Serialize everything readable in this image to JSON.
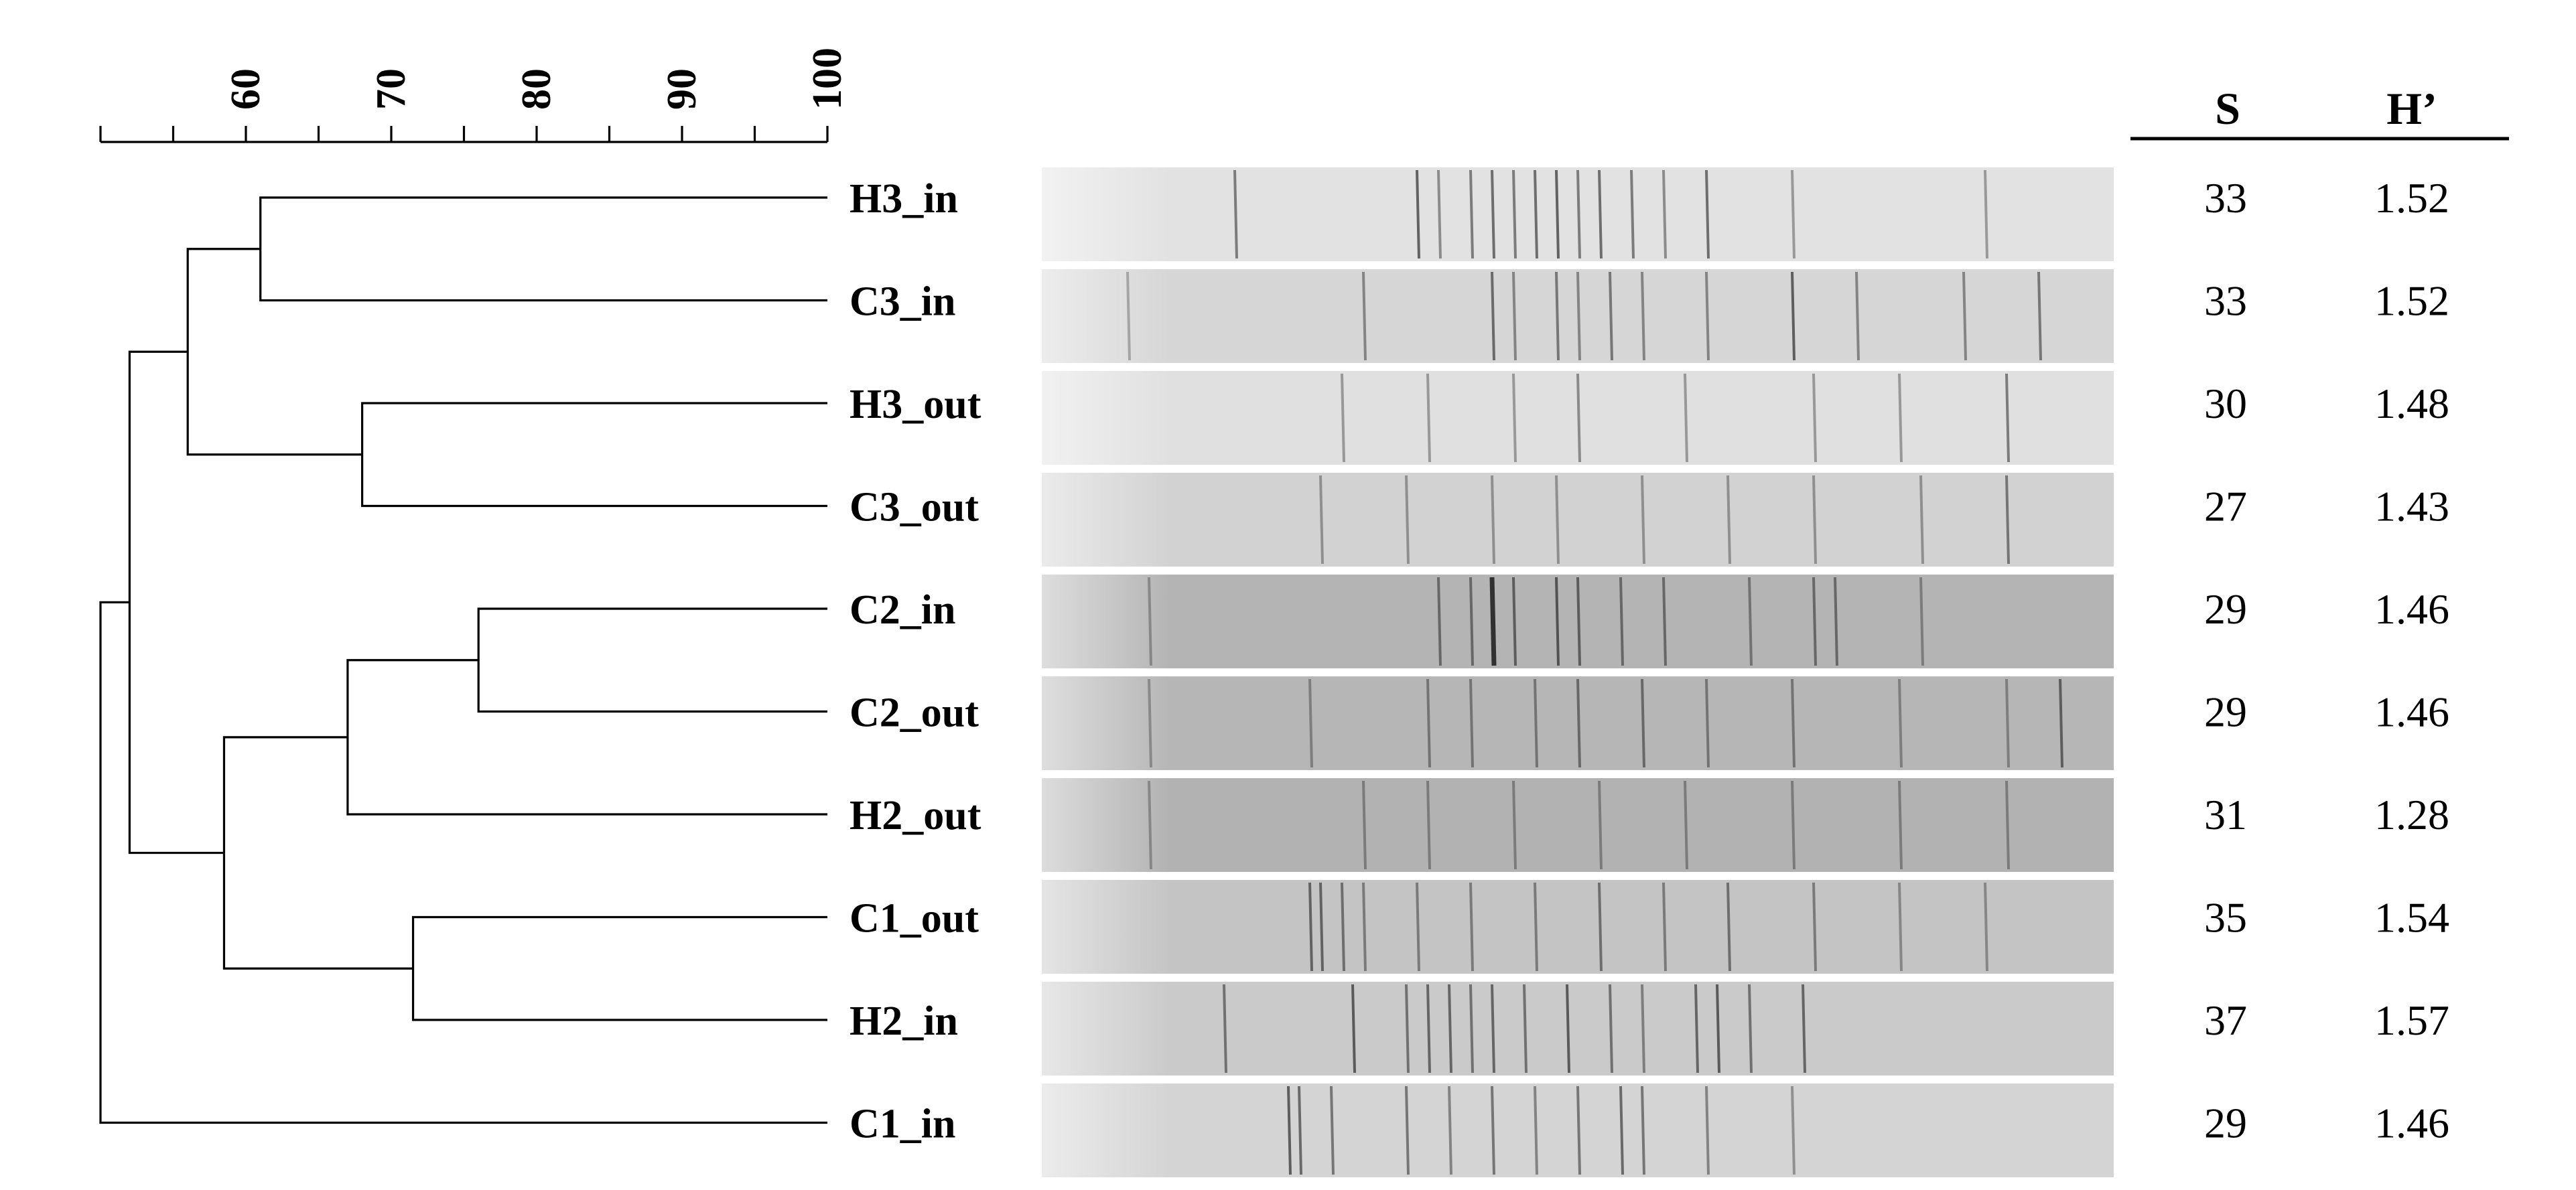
{
  "dendrogram": {
    "axis": {
      "min": 50,
      "max": 100,
      "minor_step": 5,
      "tick_labels": [
        "60",
        "70",
        "80",
        "90",
        "100"
      ],
      "tick_values": [
        60,
        70,
        80,
        90,
        100
      ]
    },
    "samples": [
      "H3_in",
      "C3_in",
      "H3_out",
      "C3_out",
      "C2_in",
      "C2_out",
      "H2_out",
      "C1_out",
      "H2_in",
      "C1_in"
    ],
    "merges": [
      {
        "id": "m1",
        "a": "s0",
        "b": "s1",
        "similarity": 61.0
      },
      {
        "id": "m2",
        "a": "s2",
        "b": "s3",
        "similarity": 68.0
      },
      {
        "id": "m3",
        "a": "m1",
        "b": "m2",
        "similarity": 56.0
      },
      {
        "id": "m4",
        "a": "s4",
        "b": "s5",
        "similarity": 76.0
      },
      {
        "id": "m5",
        "a": "m4",
        "b": "s6",
        "similarity": 67.0
      },
      {
        "id": "m6",
        "a": "s7",
        "b": "s8",
        "similarity": 71.5
      },
      {
        "id": "m7",
        "a": "m5",
        "b": "m6",
        "similarity": 58.5
      },
      {
        "id": "m8",
        "a": "m3",
        "b": "m7",
        "similarity": 52.0
      },
      {
        "id": "m9",
        "a": "m8",
        "b": "s9",
        "similarity": 50.0
      }
    ]
  },
  "gel": {
    "lanes": [
      {
        "shade": "#e2e2e2",
        "bands": [
          [
            0.18,
            0.5
          ],
          [
            0.35,
            0.7
          ],
          [
            0.37,
            0.4
          ],
          [
            0.4,
            0.5
          ],
          [
            0.42,
            0.6
          ],
          [
            0.44,
            0.5
          ],
          [
            0.46,
            0.6
          ],
          [
            0.48,
            0.7
          ],
          [
            0.5,
            0.5
          ],
          [
            0.52,
            0.6
          ],
          [
            0.55,
            0.5
          ],
          [
            0.58,
            0.4
          ],
          [
            0.62,
            0.6
          ],
          [
            0.7,
            0.3
          ],
          [
            0.88,
            0.3
          ]
        ]
      },
      {
        "shade": "#d6d6d6",
        "bands": [
          [
            0.08,
            0.3
          ],
          [
            0.3,
            0.4
          ],
          [
            0.42,
            0.6
          ],
          [
            0.44,
            0.4
          ],
          [
            0.48,
            0.5
          ],
          [
            0.5,
            0.4
          ],
          [
            0.53,
            0.5
          ],
          [
            0.56,
            0.4
          ],
          [
            0.62,
            0.4
          ],
          [
            0.7,
            0.7
          ],
          [
            0.76,
            0.4
          ],
          [
            0.86,
            0.4
          ],
          [
            0.93,
            0.5
          ]
        ]
      },
      {
        "shade": "#e0e0e0",
        "bands": [
          [
            0.28,
            0.3
          ],
          [
            0.36,
            0.3
          ],
          [
            0.44,
            0.3
          ],
          [
            0.5,
            0.4
          ],
          [
            0.6,
            0.3
          ],
          [
            0.72,
            0.3
          ],
          [
            0.8,
            0.3
          ],
          [
            0.9,
            0.5
          ]
        ]
      },
      {
        "shade": "#d2d2d2",
        "bands": [
          [
            0.26,
            0.3
          ],
          [
            0.34,
            0.3
          ],
          [
            0.42,
            0.3
          ],
          [
            0.48,
            0.3
          ],
          [
            0.56,
            0.3
          ],
          [
            0.64,
            0.3
          ],
          [
            0.72,
            0.3
          ],
          [
            0.82,
            0.3
          ],
          [
            0.9,
            0.5
          ]
        ]
      },
      {
        "shade": "#b4b4b4",
        "bands": [
          [
            0.1,
            0.3
          ],
          [
            0.37,
            0.5
          ],
          [
            0.4,
            0.5
          ],
          [
            0.42,
            1.0
          ],
          [
            0.44,
            0.6
          ],
          [
            0.48,
            0.7
          ],
          [
            0.5,
            0.6
          ],
          [
            0.54,
            0.5
          ],
          [
            0.58,
            0.5
          ],
          [
            0.66,
            0.4
          ],
          [
            0.72,
            0.5
          ],
          [
            0.74,
            0.5
          ],
          [
            0.82,
            0.3
          ]
        ]
      },
      {
        "shade": "#b6b6b6",
        "bands": [
          [
            0.1,
            0.3
          ],
          [
            0.25,
            0.3
          ],
          [
            0.36,
            0.4
          ],
          [
            0.4,
            0.4
          ],
          [
            0.46,
            0.4
          ],
          [
            0.5,
            0.5
          ],
          [
            0.56,
            0.5
          ],
          [
            0.62,
            0.4
          ],
          [
            0.7,
            0.4
          ],
          [
            0.8,
            0.3
          ],
          [
            0.9,
            0.3
          ],
          [
            0.95,
            0.6
          ]
        ]
      },
      {
        "shade": "#b2b2b2",
        "bands": [
          [
            0.1,
            0.3
          ],
          [
            0.3,
            0.3
          ],
          [
            0.36,
            0.3
          ],
          [
            0.44,
            0.3
          ],
          [
            0.52,
            0.3
          ],
          [
            0.6,
            0.3
          ],
          [
            0.7,
            0.3
          ],
          [
            0.8,
            0.3
          ],
          [
            0.9,
            0.3
          ]
        ]
      },
      {
        "shade": "#c4c4c4",
        "bands": [
          [
            0.25,
            0.6
          ],
          [
            0.26,
            0.6
          ],
          [
            0.28,
            0.5
          ],
          [
            0.3,
            0.4
          ],
          [
            0.35,
            0.4
          ],
          [
            0.4,
            0.4
          ],
          [
            0.46,
            0.4
          ],
          [
            0.52,
            0.5
          ],
          [
            0.58,
            0.4
          ],
          [
            0.64,
            0.5
          ],
          [
            0.72,
            0.4
          ],
          [
            0.8,
            0.3
          ],
          [
            0.88,
            0.3
          ]
        ]
      },
      {
        "shade": "#cacaca",
        "bands": [
          [
            0.17,
            0.5
          ],
          [
            0.29,
            0.7
          ],
          [
            0.34,
            0.5
          ],
          [
            0.36,
            0.6
          ],
          [
            0.38,
            0.6
          ],
          [
            0.4,
            0.5
          ],
          [
            0.42,
            0.6
          ],
          [
            0.45,
            0.5
          ],
          [
            0.49,
            0.7
          ],
          [
            0.53,
            0.5
          ],
          [
            0.56,
            0.4
          ],
          [
            0.61,
            0.6
          ],
          [
            0.63,
            0.7
          ],
          [
            0.66,
            0.5
          ],
          [
            0.71,
            0.6
          ]
        ]
      },
      {
        "shade": "#d4d4d4",
        "bands": [
          [
            0.23,
            0.7
          ],
          [
            0.24,
            0.6
          ],
          [
            0.27,
            0.5
          ],
          [
            0.34,
            0.5
          ],
          [
            0.38,
            0.4
          ],
          [
            0.42,
            0.5
          ],
          [
            0.46,
            0.4
          ],
          [
            0.5,
            0.5
          ],
          [
            0.54,
            0.6
          ],
          [
            0.56,
            0.5
          ],
          [
            0.62,
            0.4
          ],
          [
            0.7,
            0.3
          ]
        ]
      }
    ]
  },
  "table": {
    "header_s": "S",
    "header_h": "H’",
    "rows": [
      {
        "s": "33",
        "h": "1.52"
      },
      {
        "s": "33",
        "h": "1.52"
      },
      {
        "s": "30",
        "h": "1.48"
      },
      {
        "s": "27",
        "h": "1.43"
      },
      {
        "s": "29",
        "h": "1.46"
      },
      {
        "s": "29",
        "h": "1.46"
      },
      {
        "s": "31",
        "h": "1.28"
      },
      {
        "s": "35",
        "h": "1.54"
      },
      {
        "s": "37",
        "h": "1.57"
      },
      {
        "s": "29",
        "h": "1.46"
      }
    ]
  }
}
